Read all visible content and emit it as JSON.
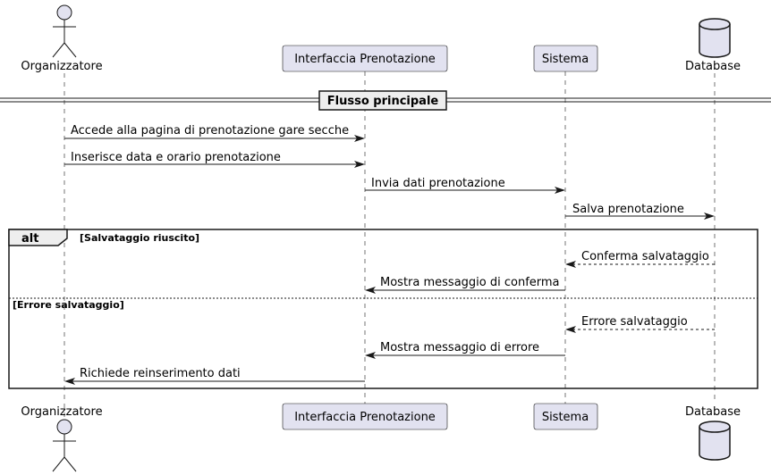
{
  "participants": {
    "organizzatore": "Organizzatore",
    "interfaccia": "Interfaccia Prenotazione",
    "sistema": "Sistema",
    "database": "Database"
  },
  "divider": {
    "label": "Flusso principale"
  },
  "messages": {
    "m1": "Accede alla pagina di prenotazione gare secche",
    "m2": "Inserisce data e orario prenotazione",
    "m3": "Invia dati prenotazione",
    "m4": "Salva prenotazione",
    "m5": "Conferma salvataggio",
    "m6": "Mostra messaggio di conferma",
    "m7": "Errore salvataggio",
    "m8": "Mostra messaggio di errore",
    "m9": "Richiede reinserimento dati"
  },
  "alt": {
    "keyword": "alt",
    "guard1": "[Salvataggio riuscito]",
    "guard2": "[Errore salvataggio]"
  }
}
